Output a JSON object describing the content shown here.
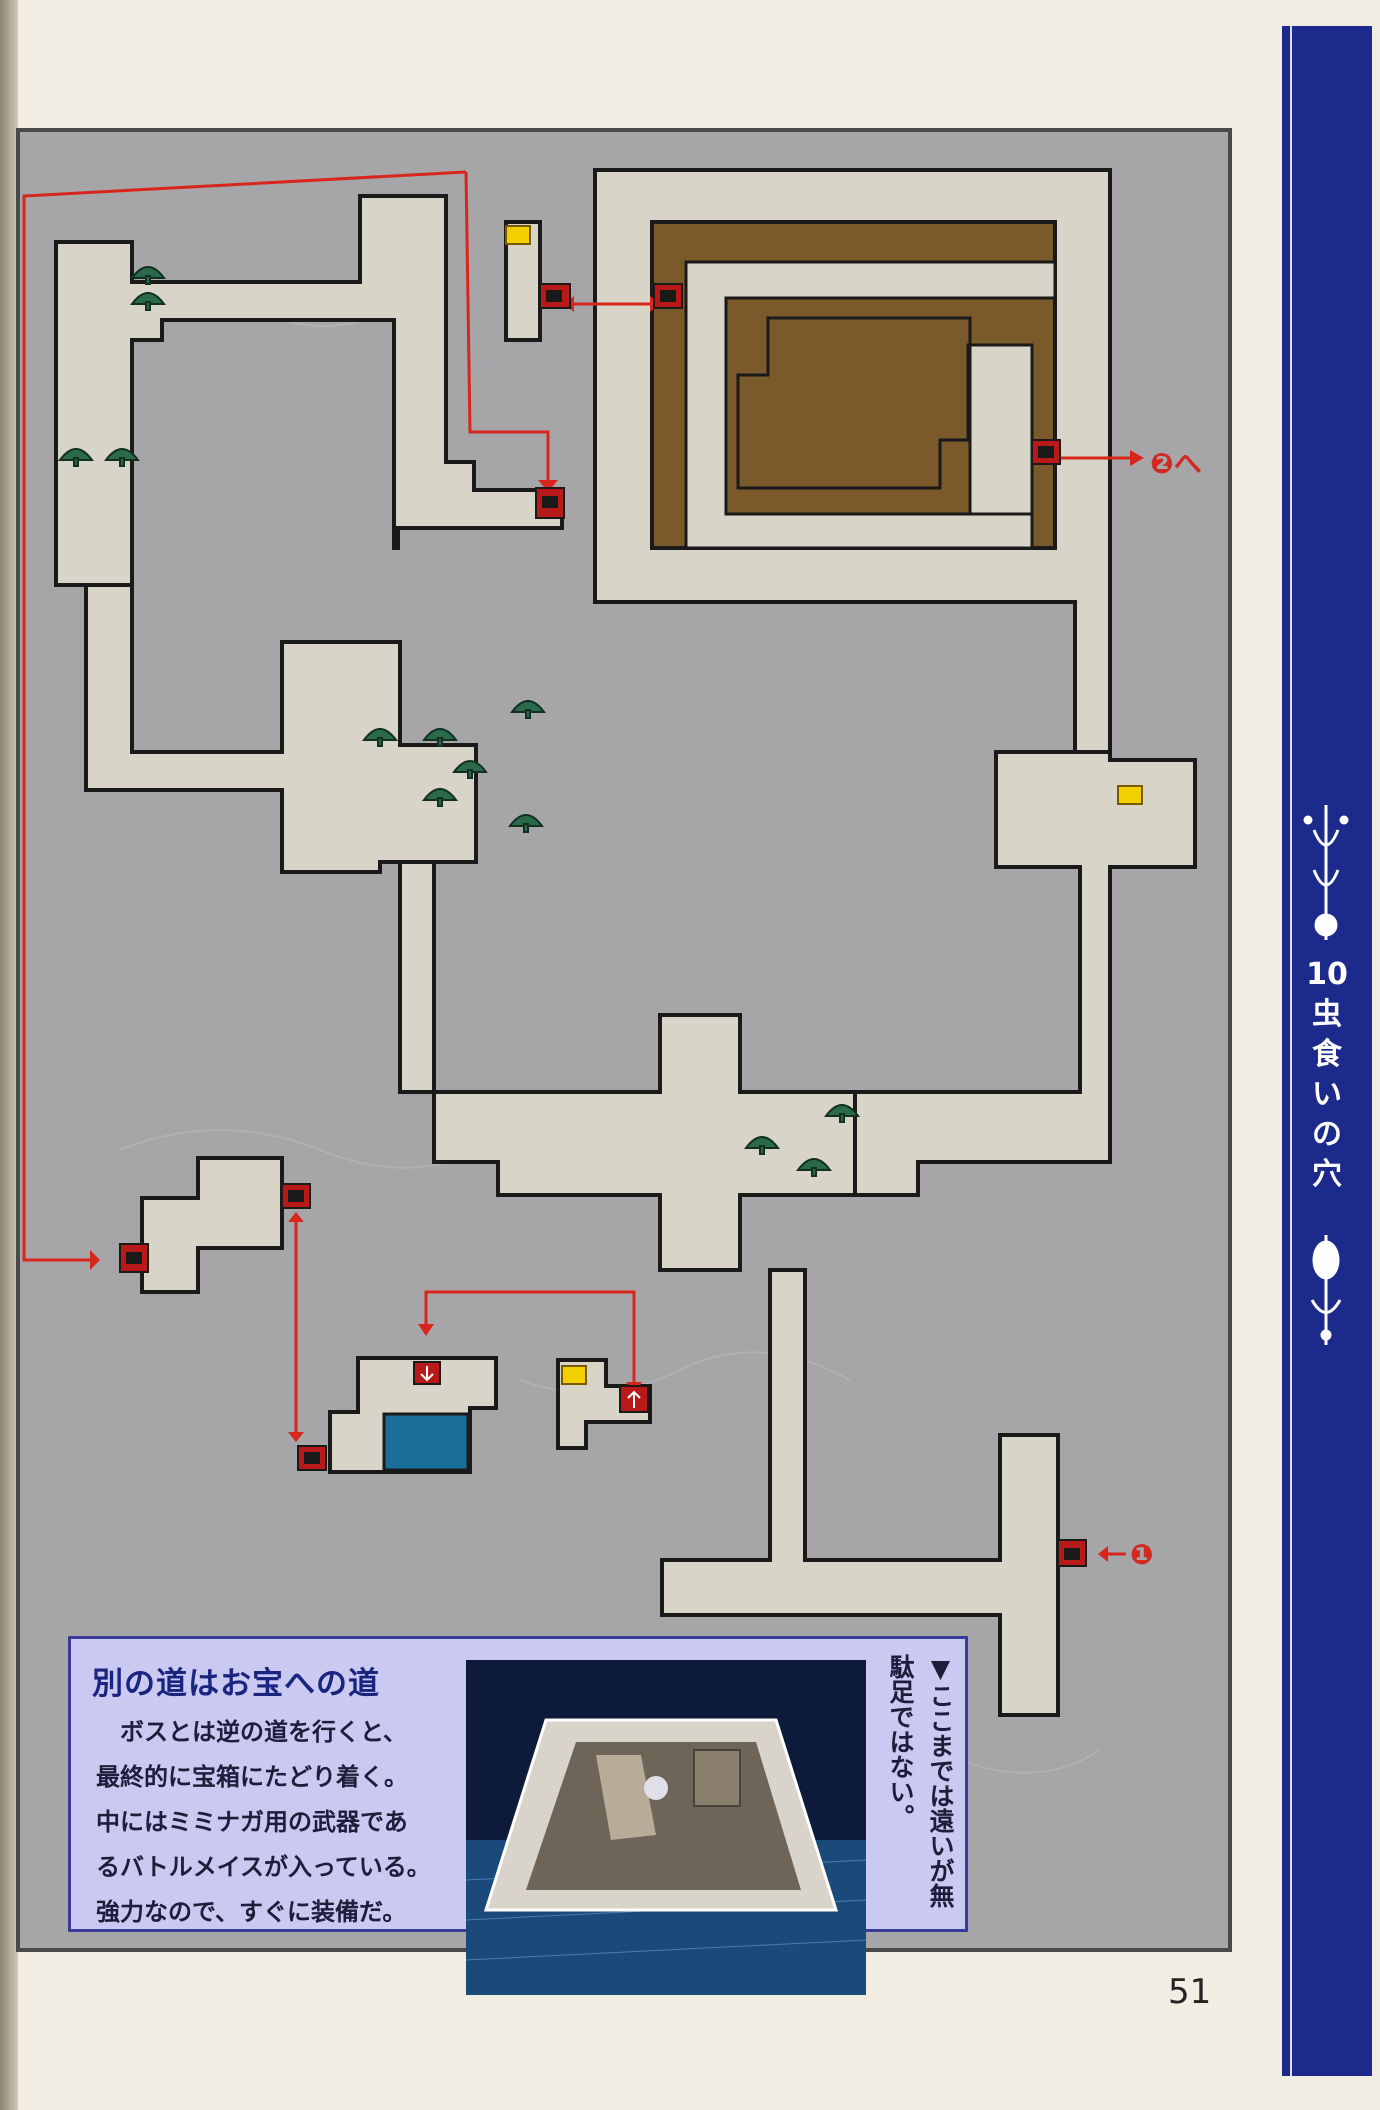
{
  "chapter": {
    "title": "10虫食いの穴"
  },
  "map": {
    "exit_to_2_label": "❷へ",
    "entrance_1_label": "❶",
    "colors": {
      "floor": "#d8d4c8",
      "rock": "#a6a5a8",
      "wall_outline": "#1a1a1a",
      "pit": "#7a5a2a",
      "water": "#1a6e9a",
      "route": "#d8261c",
      "door": "#b81a1a",
      "chest": "#f2d000",
      "tree": "#2a6a4a"
    },
    "icons": [
      "tree-icon",
      "treasure-chest-icon",
      "door-icon",
      "stairs-up-icon",
      "stairs-down-icon"
    ]
  },
  "caption": {
    "title": "別の道はお宝への道",
    "lines": [
      "ボスとは逆の道を行くと、",
      "最終的に宝箱にたどり着く。",
      "中にはミミナガ用の武器であ",
      "るバトルメイスが入っている。",
      "強力なので、すぐに装備だ。"
    ],
    "photo_note": "▼ここまでは遠いが無駄足ではない。"
  },
  "page_number": "51"
}
